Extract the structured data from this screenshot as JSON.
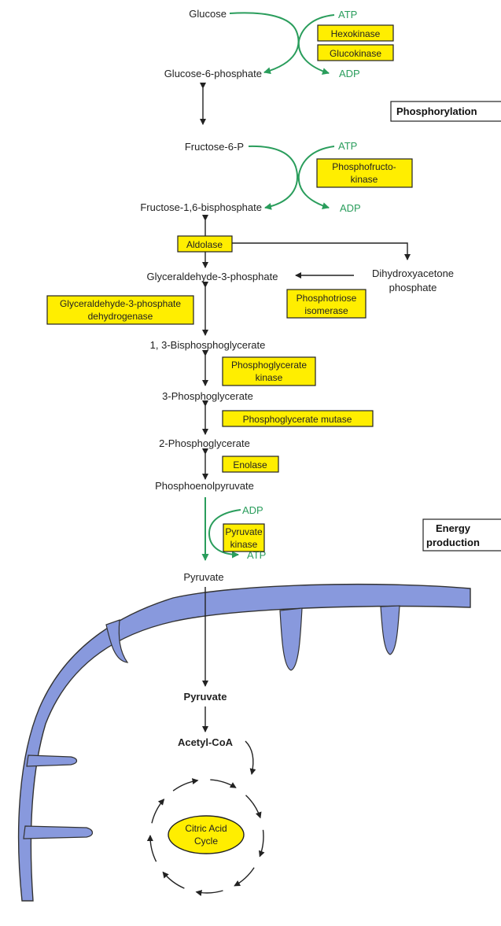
{
  "metabolites": {
    "glucose": "Glucose",
    "g6p": "Glucose-6-phosphate",
    "f6p": "Fructose-6-P",
    "f16bp": "Fructose-1,6-bisphosphate",
    "g3p": "Glyceraldehyde-3-phosphate",
    "dhap_1": "Dihydroxyacetone",
    "dhap_2": "phosphate",
    "bpg13": "1, 3-Bisphosphoglycerate",
    "pg3": "3-Phosphoglycerate",
    "pg2": "2-Phosphoglycerate",
    "pep": "Phosphoenolpyruvate",
    "pyruvate": "Pyruvate",
    "pyruvate_mito": "Pyruvate",
    "acetyl_coa": "Acetyl-CoA"
  },
  "cofactors": {
    "atp_1": "ATP",
    "adp_1": "ADP",
    "atp_2": "ATP",
    "adp_2": "ADP",
    "adp_3": "ADP",
    "atp_3": "ATP"
  },
  "enzymes": {
    "hexokinase": "Hexokinase",
    "glucokinase": "Glucokinase",
    "pfk_1": "Phosphofructo-",
    "pfk_2": "kinase",
    "aldolase": "Aldolase",
    "tpi_1": "Phosphotriose",
    "tpi_2": "isomerase",
    "gapdh_1": "Glyceraldehyde-3-phosphate",
    "gapdh_2": "dehydrogenase",
    "pgk_1": "Phosphoglycerate",
    "pgk_2": "kinase",
    "pgm": "Phosphoglycerate mutase",
    "enolase": "Enolase",
    "pk_1": "Pyruvate",
    "pk_2": "kinase"
  },
  "stages": {
    "phosphorylation": "Phosphorylation",
    "energy_1": "Energy",
    "energy_2": "production"
  },
  "citric_acid_cycle": {
    "line_1": "Citric Acid",
    "line_2": "Cycle"
  },
  "colors": {
    "enzyme_fill": "#ffee00",
    "cofactor_green": "#2a9d5c",
    "mitochondrion_fill": "#8899dd"
  }
}
